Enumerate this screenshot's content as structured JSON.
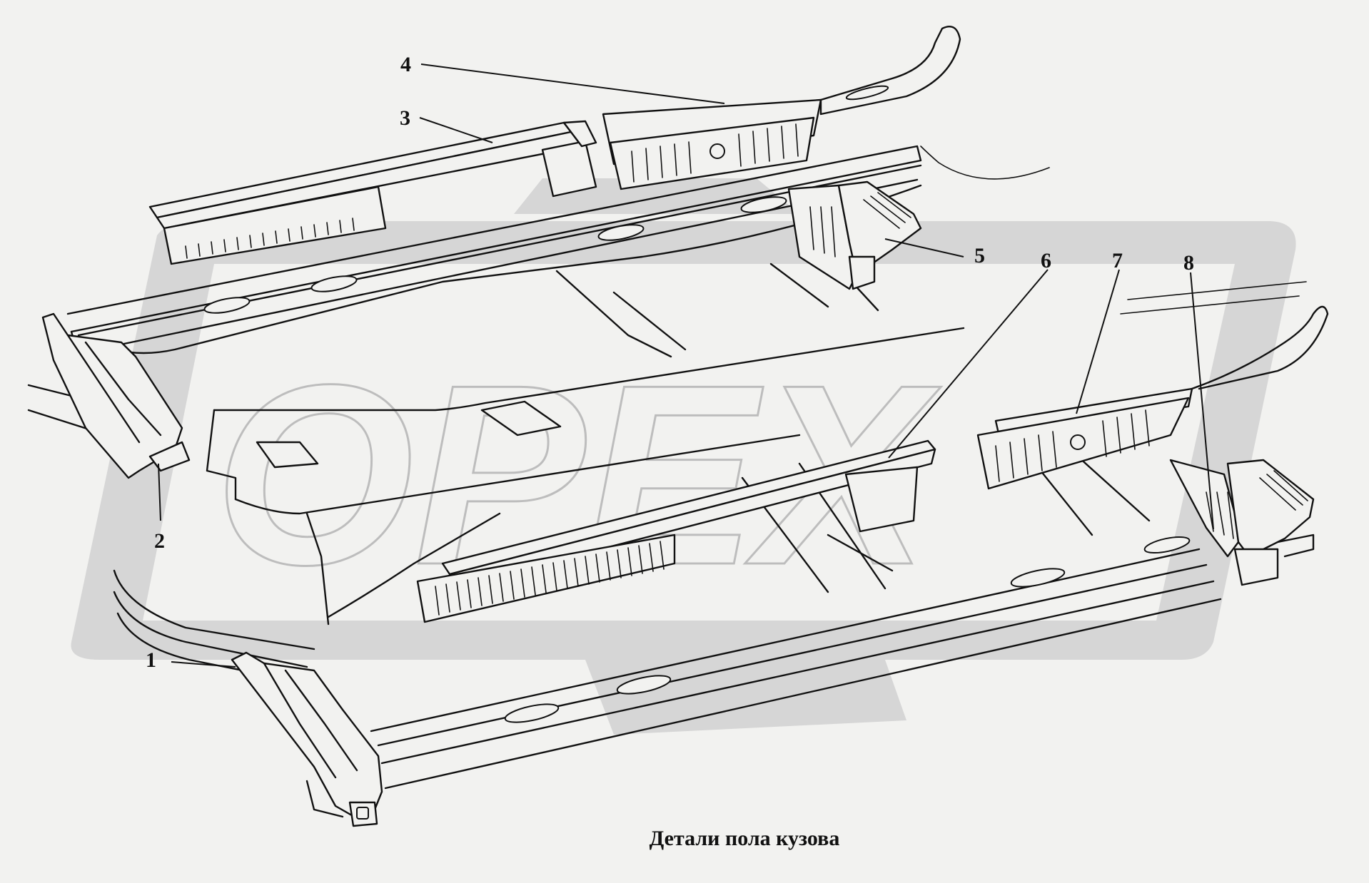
{
  "caption": "Детали пола кузова",
  "watermark": "OPEX",
  "colors": {
    "background": "#f2f2f0",
    "ink": "#111111",
    "watermark": "#d6d6d6"
  },
  "callouts": [
    {
      "id": "1",
      "label": "1"
    },
    {
      "id": "2",
      "label": "2"
    },
    {
      "id": "3",
      "label": "3"
    },
    {
      "id": "4",
      "label": "4"
    },
    {
      "id": "5",
      "label": "5"
    },
    {
      "id": "6",
      "label": "6"
    },
    {
      "id": "7",
      "label": "7"
    },
    {
      "id": "8",
      "label": "8"
    }
  ]
}
